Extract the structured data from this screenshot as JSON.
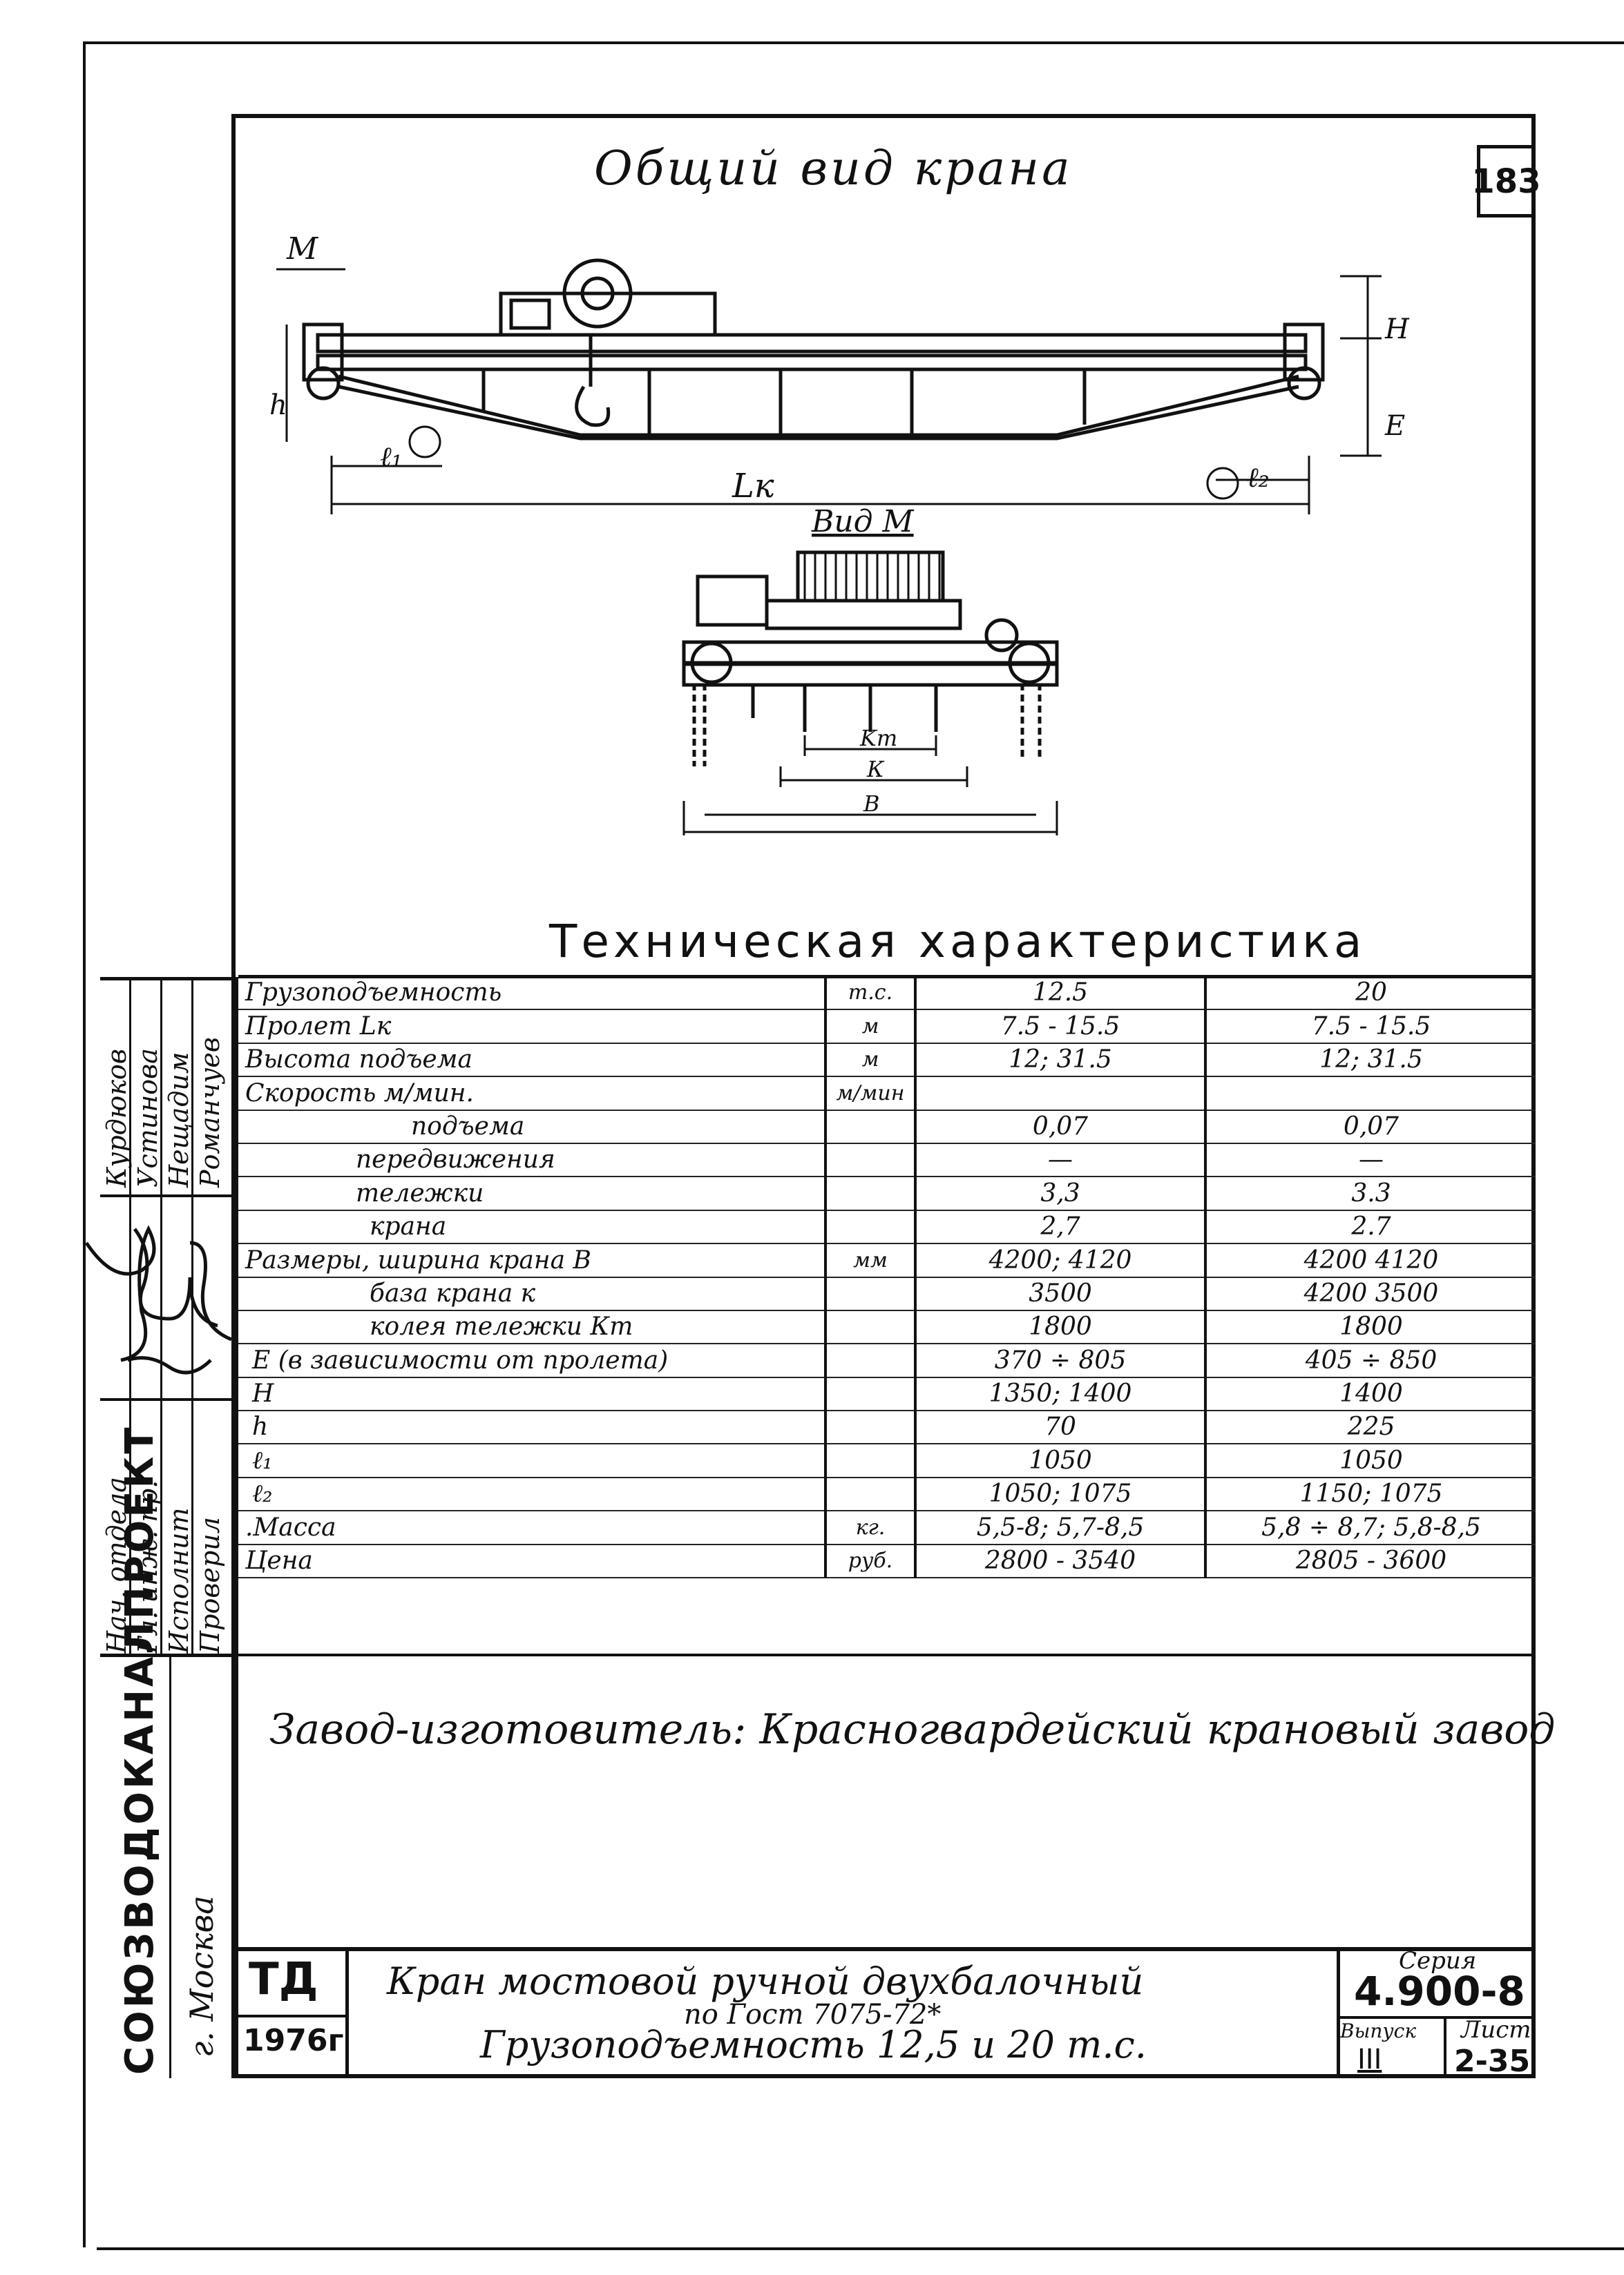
{
  "sheet": {
    "title": "Общий вид крана",
    "number": "183"
  },
  "drawing": {
    "view_marker": "M",
    "label_h": "h",
    "label_H": "H",
    "label_E": "E",
    "label_l1": "ℓ₁",
    "label_l2": "ℓ₂",
    "label_Lk": "Lк",
    "view_m_title": "Вид М",
    "label_kt": "Kт",
    "label_k": "К",
    "label_b": "В"
  },
  "spec": {
    "title": "Техническая характеристика",
    "rows": [
      {
        "name": "Грузоподъемность",
        "unit": "т.с.",
        "v1": "12.5",
        "v2": "20"
      },
      {
        "name": "Пролет          Lк",
        "unit": "м",
        "v1": "7.5 - 15.5",
        "v2": "7.5 - 15.5"
      },
      {
        "name": "Высота подъема",
        "unit": "м",
        "v1": "12;  31.5",
        "v2": "12;  31.5"
      },
      {
        "name": "Скорость м/мин.",
        "unit": "м/мин",
        "v1": "",
        "v2": ""
      },
      {
        "name": "подъема",
        "unit": "",
        "v1": "0,07",
        "v2": "0,07"
      },
      {
        "name": "передвижения",
        "unit": "",
        "v1": "—",
        "v2": "—"
      },
      {
        "name": "тележки",
        "unit": "",
        "v1": "3,3",
        "v2": "3.3"
      },
      {
        "name": "крана",
        "unit": "",
        "v1": "2,7",
        "v2": "2.7"
      },
      {
        "name": "Размеры, ширина крана В",
        "unit": "мм",
        "v1": "4200; 4120",
        "v2": "4200   4120"
      },
      {
        "name": "база крана    к",
        "unit": "",
        "v1": "3500",
        "v2": "4200   3500"
      },
      {
        "name": "колея тележки Кт",
        "unit": "",
        "v1": "1800",
        "v2": "1800"
      },
      {
        "name": "E (в зависимости от пролета)",
        "unit": "",
        "v1": "370 ÷ 805",
        "v2": "405 ÷ 850"
      },
      {
        "name": "H",
        "unit": "",
        "v1": "1350;  1400",
        "v2": "1400"
      },
      {
        "name": "h",
        "unit": "",
        "v1": "70",
        "v2": "225"
      },
      {
        "name": "ℓ₁",
        "unit": "",
        "v1": "1050",
        "v2": "1050"
      },
      {
        "name": "ℓ₂",
        "unit": "",
        "v1": "1050;  1075",
        "v2": "1150; 1075"
      },
      {
        "name": ".Масса",
        "unit": "кг.",
        "v1": "5,5-8; 5,7-8,5",
        "v2": "5,8 ÷ 8,7; 5,8-8,5"
      },
      {
        "name": "Цена",
        "unit": "руб.",
        "v1": "2800 - 3540",
        "v2": "2805 - 3600"
      }
    ]
  },
  "manufacturer": "Завод-изготовитель: Красногвардейский крановый завод",
  "title_block": {
    "code": "ТД",
    "year": "1976г",
    "line1": "Кран мостовой ручной двухбалочный",
    "line2": "по Гост 7075-72*",
    "line3": "Грузоподъемность 12,5 и 20 т.с.",
    "series_label": "Серия",
    "series": "4.900-8",
    "issue_label": "Выпуск",
    "issue": "III",
    "sheet_label": "Лист",
    "sheet": "2-35"
  },
  "organization": {
    "name": "СОЮЗВОДОКАНАЛПРОЕКТ",
    "city": "г. Москва"
  },
  "signatures": {
    "roles": [
      "Нач. отдела",
      "Гл. инж. пр.",
      "Исполнит",
      "Проверил"
    ],
    "names": [
      "Курдюков",
      "Устинова",
      "Нещадим",
      "Романчуев"
    ]
  }
}
